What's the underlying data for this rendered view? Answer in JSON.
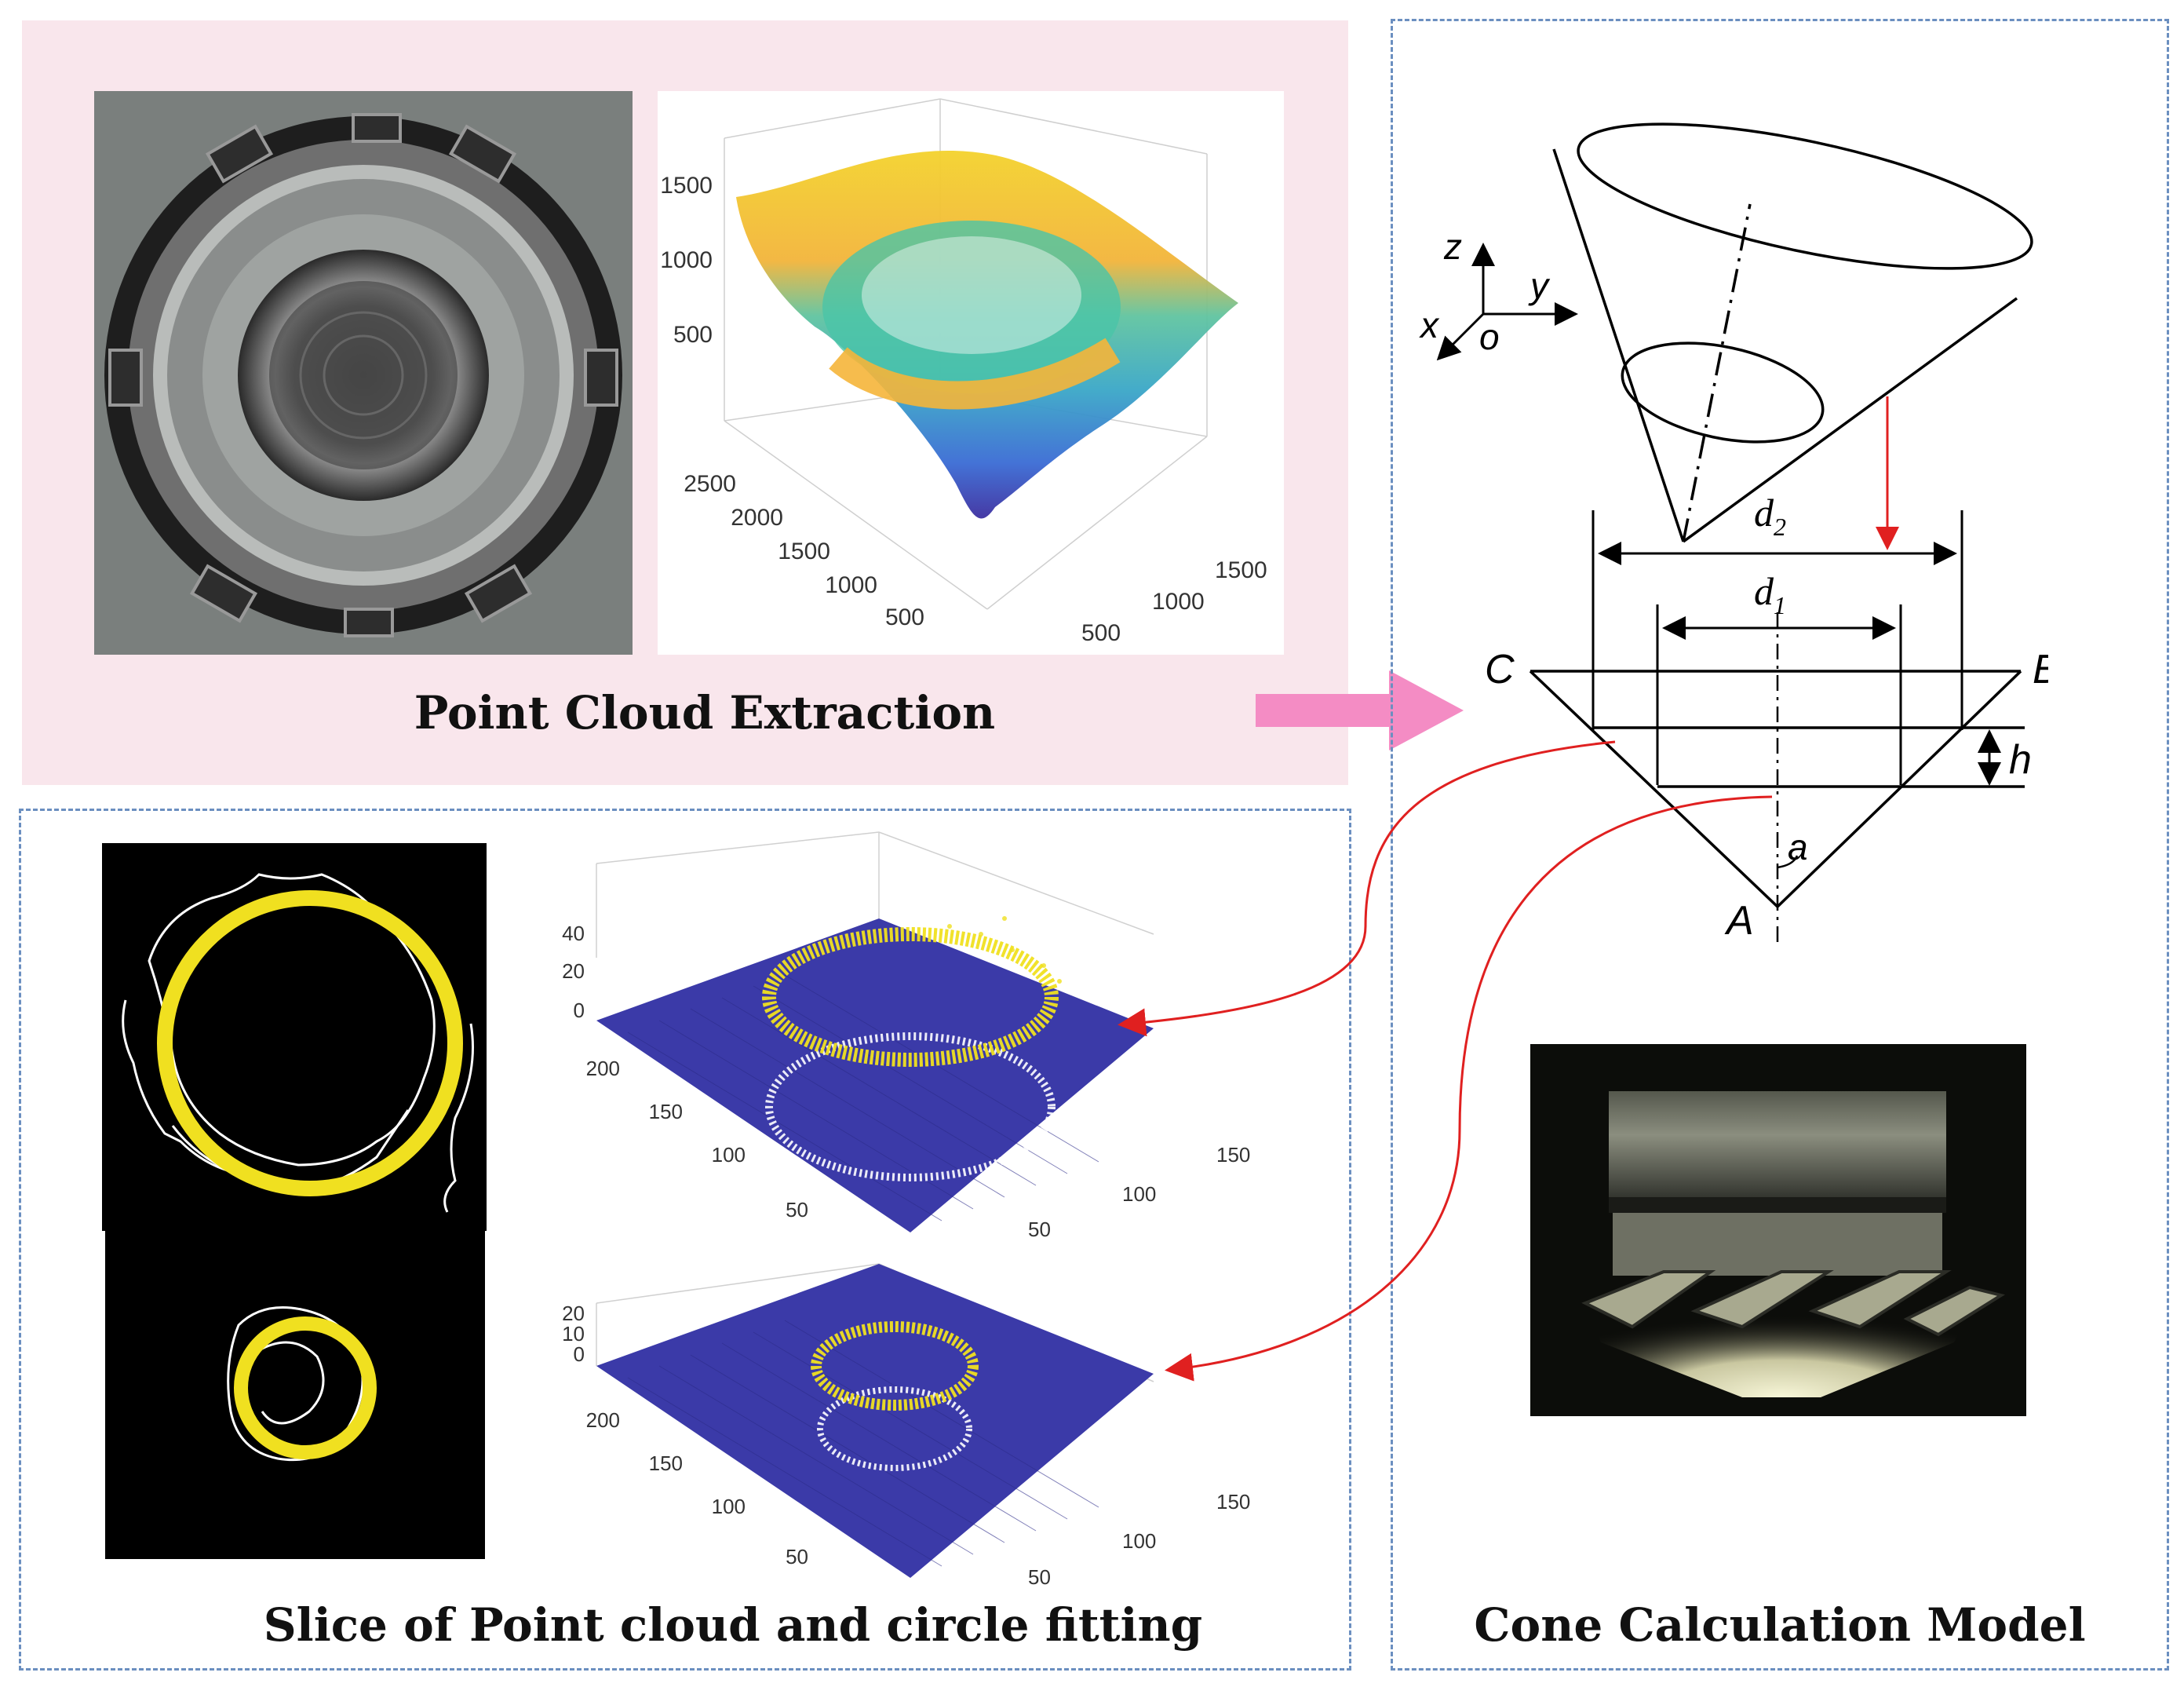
{
  "titles": {
    "point_cloud": "Point Cloud Extraction",
    "slice": "Slice of Point cloud and circle fitting",
    "cone": "Cone Calculation Model"
  },
  "plot3d": {
    "z_ticks": [
      "1500",
      "1000",
      "500"
    ],
    "y_ticks": [
      "2500",
      "2000",
      "1500",
      "1000",
      "500"
    ],
    "x_ticks": [
      "1500",
      "1000",
      "500"
    ]
  },
  "slice_plot1": {
    "z_ticks": [
      "40",
      "20",
      "0"
    ],
    "y_ticks": [
      "200",
      "150",
      "100",
      "50"
    ],
    "x_ticks": [
      "150",
      "100",
      "50"
    ]
  },
  "slice_plot2": {
    "z_ticks": [
      "20",
      "10",
      "0"
    ],
    "y_ticks": [
      "200",
      "150",
      "100",
      "50"
    ],
    "x_ticks": [
      "150",
      "100",
      "50"
    ]
  },
  "cone_model": {
    "axis_z": "z",
    "axis_y": "y",
    "axis_x": "x",
    "origin": "o",
    "d2": "d",
    "d2_sub": "2",
    "d1": "d",
    "d1_sub": "1",
    "point_c": "C",
    "point_b": "B",
    "point_a": "A",
    "h": "h",
    "angle": "a"
  },
  "colors": {
    "panel_pink": "#f9e6ec",
    "dashed_border": "#6b8fc0",
    "arrow_pink": "#f48cc4",
    "connector_red": "#e02020",
    "slice_plane": "#3b3aa8",
    "fit_circle": "#f0e020"
  }
}
